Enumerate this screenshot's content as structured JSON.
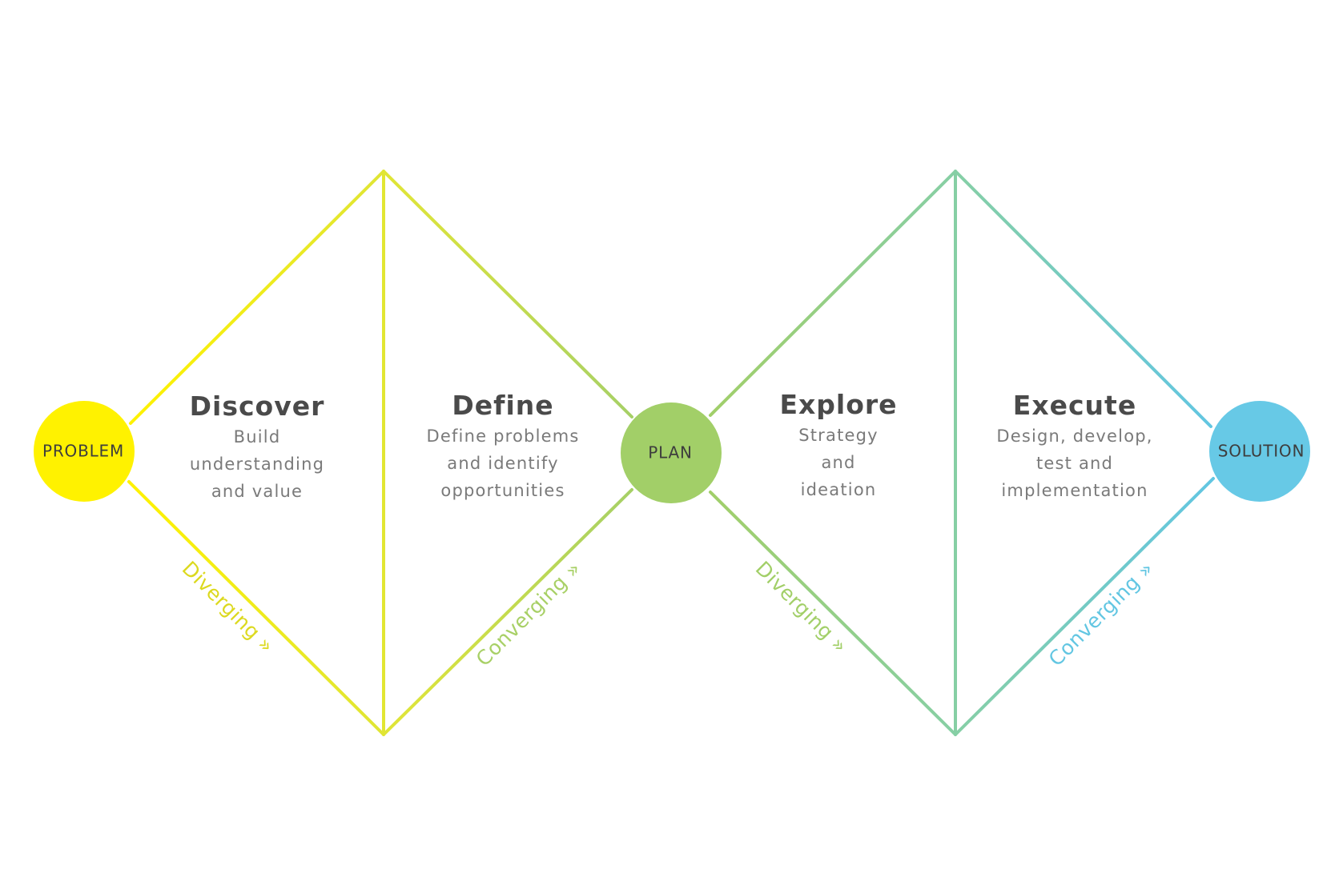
{
  "nodes": {
    "problem": "PROBLEM",
    "plan": "PLAN",
    "solution": "SOLUTION"
  },
  "phases": {
    "discover": {
      "title": "Discover",
      "lines": [
        "Build",
        "understanding",
        "and value"
      ]
    },
    "define": {
      "title": "Define",
      "lines": [
        "Define problems",
        "and identify",
        "opportunities"
      ]
    },
    "explore": {
      "title": "Explore",
      "lines": [
        "Strategy",
        "and",
        "ideation"
      ]
    },
    "execute": {
      "title": "Execute",
      "lines": [
        "Design, develop,",
        "test and",
        "implementation"
      ]
    }
  },
  "flows": {
    "diverging_1": "Diverging »",
    "converging_1": "Converging »",
    "diverging_2": "Diverging »",
    "converging_2": "Converging »"
  },
  "colors": {
    "yellow": "#fff200",
    "yellow_green": "#d9e33a",
    "lime": "#a8d066",
    "plan_green": "#a2cf68",
    "teal": "#84cfa8",
    "blue": "#62c6e2",
    "solution_blue": "#67c9e6",
    "title_gray": "#4a4a4a",
    "body_gray": "#7a7a7a"
  }
}
